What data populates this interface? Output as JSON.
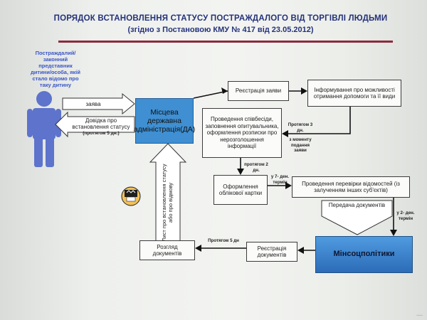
{
  "header": {
    "title": "ПОРЯДОК ВСТАНОВЛЕННЯ СТАТУСУ ПОСТРАЖДАЛОГО ВІД ТОРГІВЛІ ЛЮДЬМИ",
    "subtitle": "(згідно з Постановою КМУ  № 417 від 23.05.2012)"
  },
  "applicant": {
    "label": "Постраждалий/ законний представник дитини/особа, якій стало відомо про таку дитину"
  },
  "arrows": {
    "application": "заява",
    "certificate_line1": "Довідка про встановлення статусу",
    "certificate_line2": "(протягом 5 дн.)",
    "letter": "Лист про встановлення статусу або про відмову",
    "transfer": "Передача документів"
  },
  "boxes": {
    "local_admin": "Місцева державна адміністрація(ДА)",
    "registration_app": "Реєстрація заяви",
    "informing": "Інформування про можливості отримання допомоги та її види",
    "interview": "Проведення співбесіди, заповнення опитувальника, оформлення розписки про нерозголошення інформації",
    "record_card": "Оформлення облікової картки",
    "verification": "Проведення перевірки відомостей (із залученням інших суб'єктів)",
    "ministry": "Мінсоцполітики",
    "registration_docs": "Реєстрація документів",
    "review_docs": "Розгляд документів"
  },
  "notes": {
    "within_3_days_a": "Протягом 3 дн.",
    "within_3_days_b": "з моменту подання заяви",
    "within_2_days": "протягом 2 дн.",
    "within_7_days": "у 7- ден. термін",
    "within_2_days_term": "у 2- ден. термін",
    "within_5_days": "Протягом 5 дн"
  },
  "colors": {
    "title": "#24327a",
    "person": "#5d73cc",
    "local_admin": "#3f8fd2",
    "ministry": "#2c6cb8",
    "rule": "#8c2a3c"
  }
}
